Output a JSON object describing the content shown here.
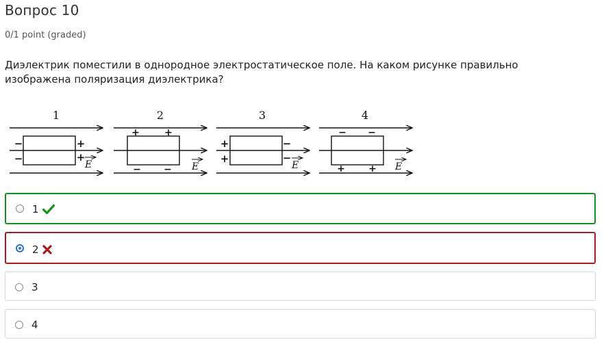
{
  "problem": {
    "title": "Вопрос 10",
    "points": "0/1 point (graded)",
    "question": "Диэлектрик поместили в однородное электростатическое поле. На каком рисунке правильно изображена поляризация диэлектрика?"
  },
  "figure": {
    "panels": [
      {
        "number": "1",
        "charge_top": "",
        "charge_bottom": "",
        "charge_left": "−",
        "charge_right": "+"
      },
      {
        "number": "2",
        "charge_top": "+",
        "charge_bottom": "−",
        "charge_left": "",
        "charge_right": ""
      },
      {
        "number": "3",
        "charge_top": "",
        "charge_bottom": "",
        "charge_left": "+",
        "charge_right": "−"
      },
      {
        "number": "4",
        "charge_top": "−",
        "charge_bottom": "+",
        "charge_left": "",
        "charge_right": ""
      }
    ],
    "field_label": "E"
  },
  "options": [
    {
      "label": "1",
      "selected": false,
      "status": "correct",
      "status_icon": "check-icon",
      "status_color": "#178f1f"
    },
    {
      "label": "2",
      "selected": true,
      "status": "incorrect",
      "status_icon": "cross-icon",
      "status_color": "#a61b1b"
    },
    {
      "label": "3",
      "selected": false,
      "status": "",
      "status_icon": "",
      "status_color": ""
    },
    {
      "label": "4",
      "selected": false,
      "status": "",
      "status_icon": "",
      "status_color": ""
    }
  ]
}
